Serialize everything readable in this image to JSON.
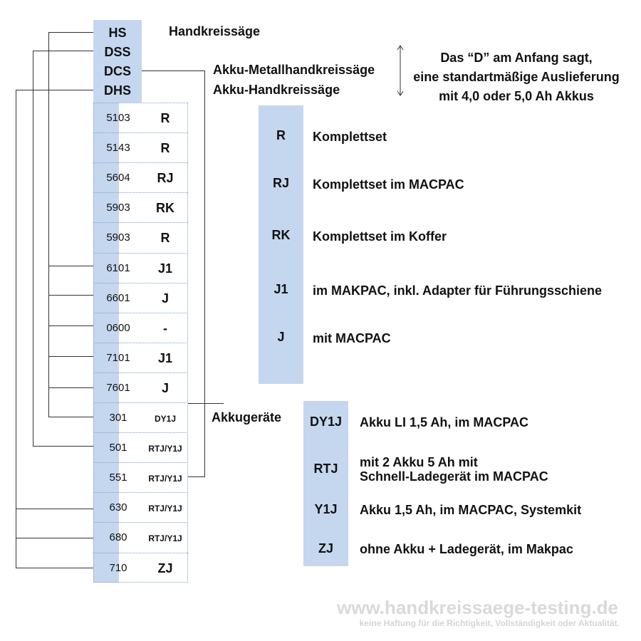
{
  "prefixes": [
    {
      "code": "HS",
      "name": "Handkreissäge"
    },
    {
      "code": "DSS",
      "name": ""
    },
    {
      "code": "DCS",
      "name": "Akku-Metallhandkreissäge"
    },
    {
      "code": "DHS",
      "name": "Akku-Handkreissäge"
    }
  ],
  "models": [
    {
      "number": "5103",
      "suffix": "R"
    },
    {
      "number": "5143",
      "suffix": "R"
    },
    {
      "number": "5604",
      "suffix": "RJ"
    },
    {
      "number": "5903",
      "suffix": "RK"
    },
    {
      "number": "5903",
      "suffix": "R"
    },
    {
      "number": "6101",
      "suffix": "J1"
    },
    {
      "number": "6601",
      "suffix": "J"
    },
    {
      "number": "0600",
      "suffix": "-"
    },
    {
      "number": "7101",
      "suffix": "J1"
    },
    {
      "number": "7601",
      "suffix": "J"
    },
    {
      "number": "301",
      "suffix": "DY1J"
    },
    {
      "number": "501",
      "suffix": "RTJ/Y1J"
    },
    {
      "number": "551",
      "suffix": "RTJ/Y1J"
    },
    {
      "number": "630",
      "suffix": "RTJ/Y1J"
    },
    {
      "number": "680",
      "suffix": "RTJ/Y1J"
    },
    {
      "number": "710",
      "suffix": "ZJ"
    }
  ],
  "akku_label": "Akkugeräte",
  "note": {
    "line1": "Das “D” am Anfang sagt,",
    "line2": "eine standartmäßige Auslieferung",
    "line3": "mit 4,0 oder 5,0 Ah Akkus"
  },
  "legend_corded": [
    {
      "code": "R",
      "desc": "Komplettset"
    },
    {
      "code": "RJ",
      "desc": "Komplettset im MACPAC"
    },
    {
      "code": "RK",
      "desc": "Komplettset im Koffer"
    },
    {
      "code": "J1",
      "desc": "im MAKPAC, inkl. Adapter für Führungsschiene"
    },
    {
      "code": "J",
      "desc": "mit MACPAC"
    }
  ],
  "legend_akku": [
    {
      "code": "DY1J",
      "desc": "Akku LI 1,5 Ah, im MACPAC",
      "desc2": ""
    },
    {
      "code": "RTJ",
      "desc": "mit 2 Akku 5 Ah mit",
      "desc2": "Schnell-Ladegerät im MACPAC"
    },
    {
      "code": "Y1J",
      "desc": "Akku 1,5 Ah, im MACPAC, Systemkit",
      "desc2": ""
    },
    {
      "code": "ZJ",
      "desc": "ohne Akku + Ladegerät, im Makpac",
      "desc2": ""
    }
  ],
  "footer": {
    "url": "www.handkreissaege-testing.de",
    "disclaimer": "keine Haftung für die Richtigkeit, Vollständigkeit oder Aktualität."
  },
  "colors": {
    "box_fill": "#c5d7ee",
    "line": "#333333",
    "dotted": "#7aa0c8",
    "watermark": "#d9d9d9"
  }
}
